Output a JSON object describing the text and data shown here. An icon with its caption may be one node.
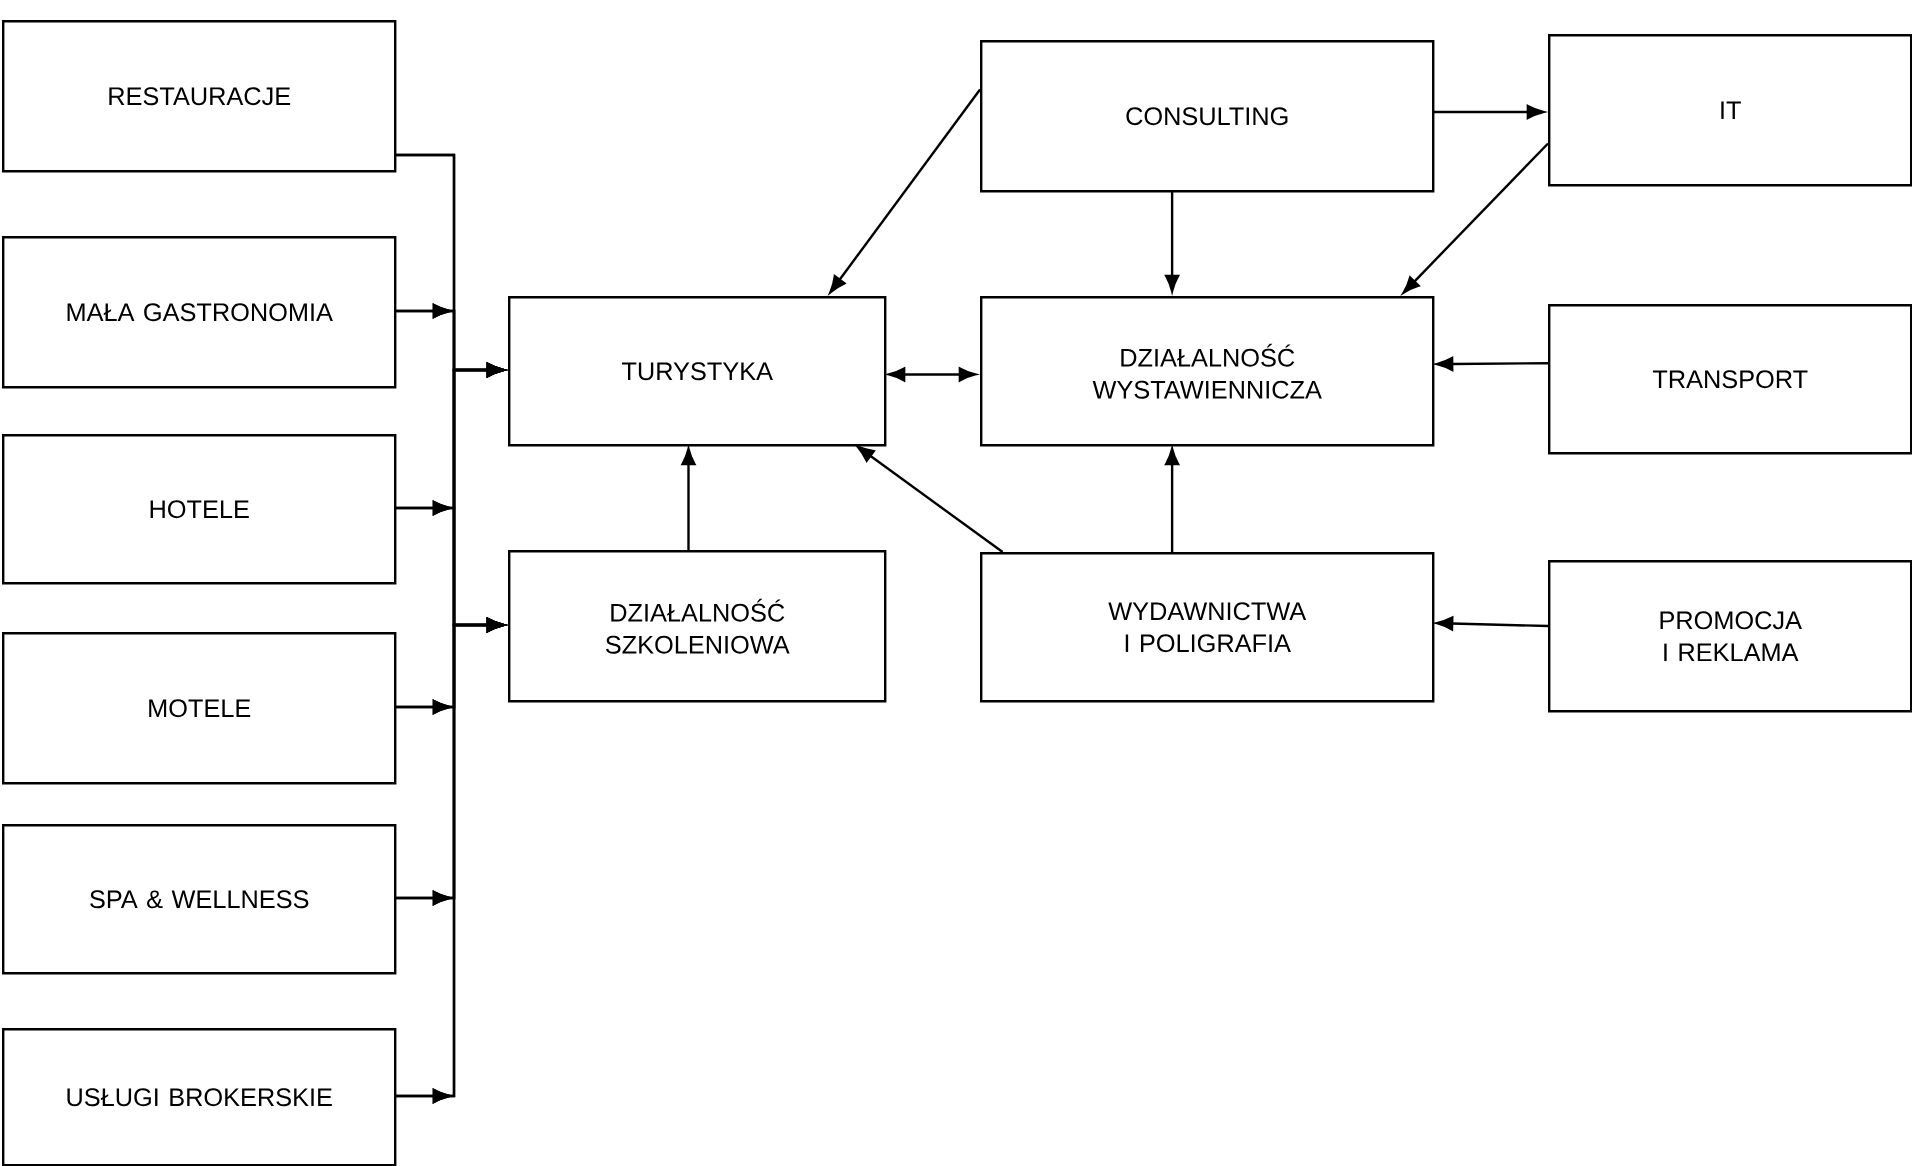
{
  "diagram": {
    "nodes": [
      {
        "text": [
          "RESTAURACJE"
        ]
      },
      {
        "text": [
          "MAŁA GASTRONOMIA"
        ]
      },
      {
        "text": [
          "HOTELE"
        ]
      },
      {
        "text": [
          "MOTELE"
        ]
      },
      {
        "text": [
          "SPA & WELLNESS"
        ]
      },
      {
        "text": [
          "USŁUGI BROKERSKIE"
        ]
      },
      {
        "text": [
          "TURYSTYKA"
        ]
      },
      {
        "text": [
          "DZIAŁALNOŚĆ SZKOLENIOWA"
        ]
      },
      {
        "text": [
          "CONSULTING"
        ]
      },
      {
        "text": [
          "DZIAŁALNOŚĆ WYSTAWIENNICZA"
        ]
      },
      {
        "text": [
          "WYDAWNICTWA I POLIGRAFIA"
        ]
      },
      {
        "text": [
          "IT"
        ]
      },
      {
        "text": [
          "TRANSPORT"
        ]
      },
      {
        "text": [
          "PROMOCJA I REKLAMA"
        ]
      }
    ],
    "edges": [
      {
        "from": 0,
        "to": 6,
        "arrow": "to"
      },
      {
        "from": 0,
        "to": 7,
        "arrow": "to"
      },
      {
        "from": 1,
        "to": 6,
        "arrow": "to"
      },
      {
        "from": 1,
        "to": 7,
        "arrow": "to"
      },
      {
        "from": 2,
        "to": 6,
        "arrow": "to"
      },
      {
        "from": 2,
        "to": 7,
        "arrow": "to"
      },
      {
        "from": 3,
        "to": 6,
        "arrow": "to"
      },
      {
        "from": 3,
        "to": 7,
        "arrow": "to"
      },
      {
        "from": 4,
        "to": 6,
        "arrow": "to"
      },
      {
        "from": 4,
        "to": 7,
        "arrow": "to"
      },
      {
        "from": 5,
        "to": 6,
        "arrow": "to"
      },
      {
        "from": 5,
        "to": 7,
        "arrow": "to"
      },
      {
        "from": 8,
        "to": 6,
        "arrow": "to"
      },
      {
        "from": 8,
        "to": 11,
        "arrow": "to"
      },
      {
        "from": 8,
        "to": 9,
        "arrow": "to"
      },
      {
        "from": 11,
        "to": 9,
        "arrow": "to"
      },
      {
        "from": 6,
        "to": 9,
        "arrow": "both"
      },
      {
        "from": 12,
        "to": 9,
        "arrow": "to"
      },
      {
        "from": 10,
        "to": 9,
        "arrow": "to"
      },
      {
        "from": 10,
        "to": 6,
        "arrow": "to"
      },
      {
        "from": 7,
        "to": 6,
        "arrow": "to"
      },
      {
        "from": 13,
        "to": 10,
        "arrow": "to"
      }
    ]
  }
}
